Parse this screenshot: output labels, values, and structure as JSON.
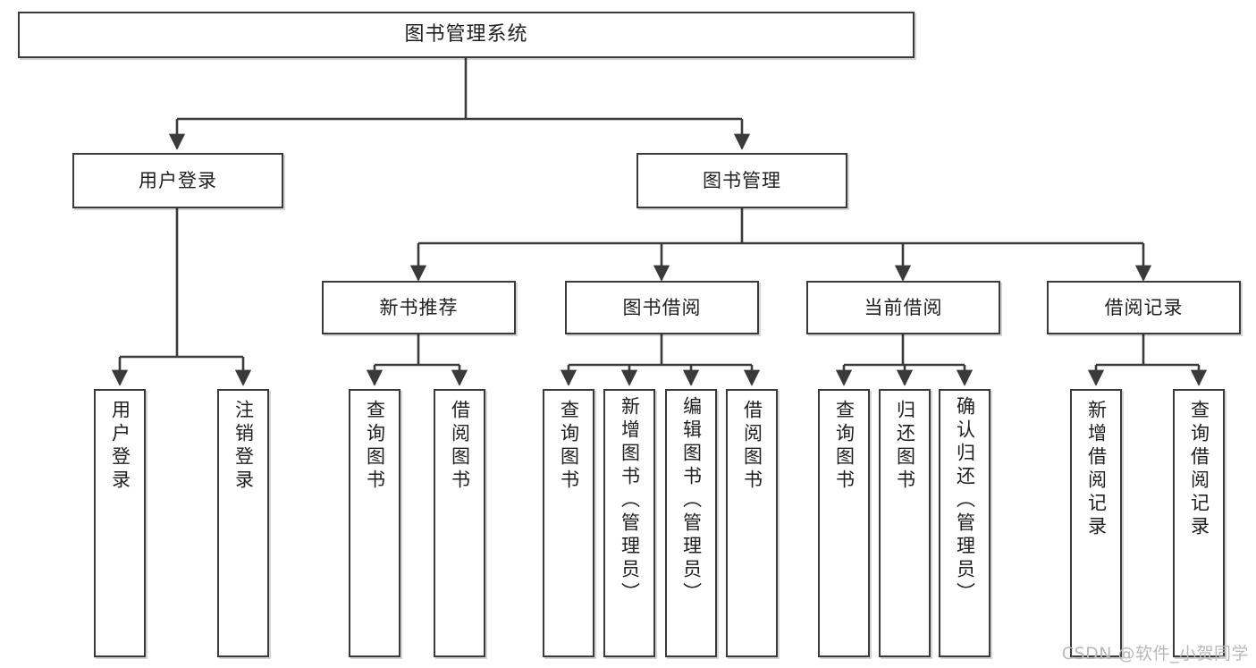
{
  "diagram": {
    "type": "tree",
    "title": "图书管理系统",
    "watermark": "CSDN @软件_小贺同学",
    "colors": {
      "box_border": "#3a3a3a",
      "box_fill": "#ffffff",
      "connector": "#3a3a3a",
      "text": "#202020",
      "watermark": "#b9b9b9"
    },
    "nodes": {
      "root": "图书管理系统",
      "level2": {
        "user_login": "用户登录",
        "book_manage": "图书管理"
      },
      "level3": {
        "new_book_recommend": "新书推荐",
        "book_borrow": "图书借阅",
        "current_borrow": "当前借阅",
        "borrow_record": "借阅记录"
      },
      "leaves": {
        "user_login_1": "用户登录",
        "user_login_2": "注销登录",
        "recommend_1": "查询图书",
        "recommend_2": "借阅图书",
        "borrow_1": "查询图书",
        "borrow_2": "新增图书（管理员）",
        "borrow_3": "编辑图书（管理员）",
        "borrow_4": "借阅图书",
        "current_1": "查询图书",
        "current_2": "归还图书",
        "current_3": "确认归还（管理员）",
        "record_1": "新增借阅记录",
        "record_2": "查询借阅记录"
      }
    }
  }
}
